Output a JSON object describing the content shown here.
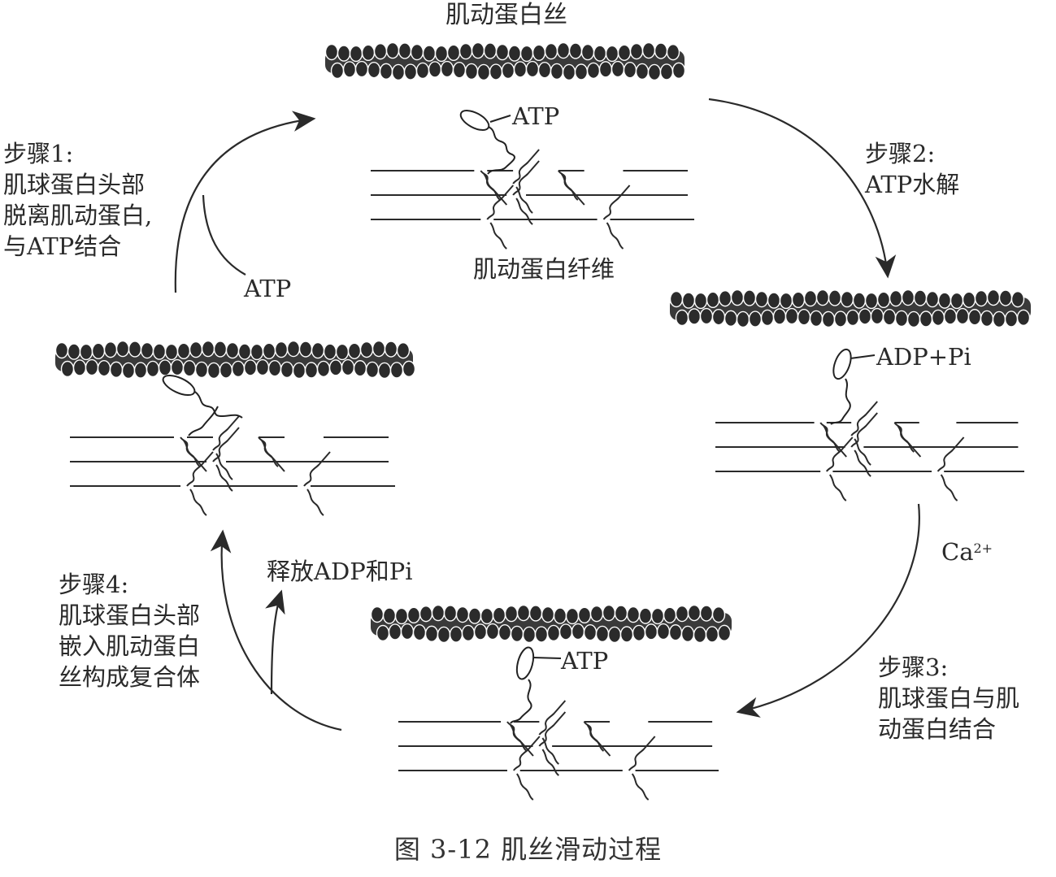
{
  "top_label": "肌动蛋白丝",
  "fiber_label": "肌动蛋白纤维",
  "atp": "ATP",
  "adp_pi": "ADP+Pi",
  "ca": "Ca",
  "ca_charge": "2+",
  "release": "释放ADP和Pi",
  "step1": [
    "步骤1:",
    "肌球蛋白头部",
    "脱离肌动蛋白,",
    "与ATP结合"
  ],
  "step2": [
    "步骤2:",
    "ATP水解"
  ],
  "step3": [
    "步骤3:",
    "肌球蛋白与肌",
    "动蛋白结合"
  ],
  "step4": [
    "步骤4:",
    "肌球蛋白头部",
    "嵌入肌动蛋白",
    "丝构成复合体"
  ],
  "caption": "图 3-12    肌丝滑动过程"
}
